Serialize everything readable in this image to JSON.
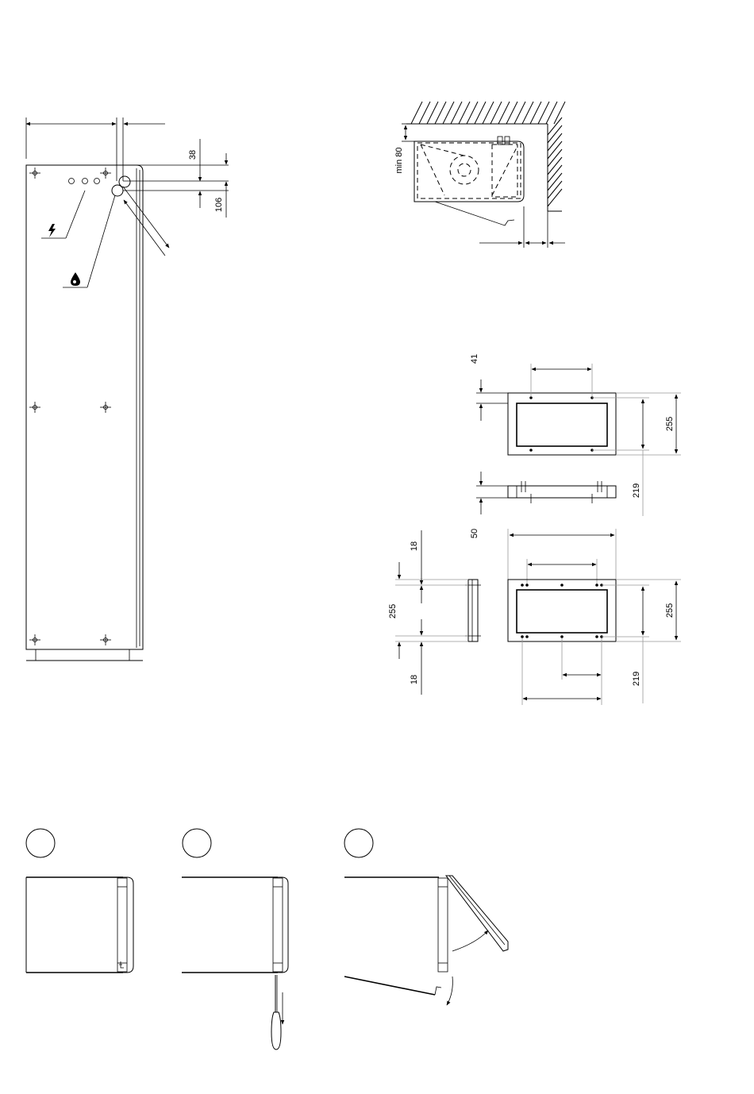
{
  "dimensions": {
    "top_offset": "38",
    "connection_height": "106",
    "wall_clearance": "min 80",
    "top_hole_offset": "41",
    "frame_height_top": "255",
    "hole_spacing_top": "219",
    "frame_depth": "50",
    "frame_height_bottom": "255",
    "hole_spacing_bottom": "219",
    "side_height": "255",
    "side_top": "18",
    "side_bottom": "18"
  },
  "icons": {
    "electric": "lightning-bolt-icon",
    "water": "water-drop-icon",
    "tool": "screwdriver-icon"
  }
}
